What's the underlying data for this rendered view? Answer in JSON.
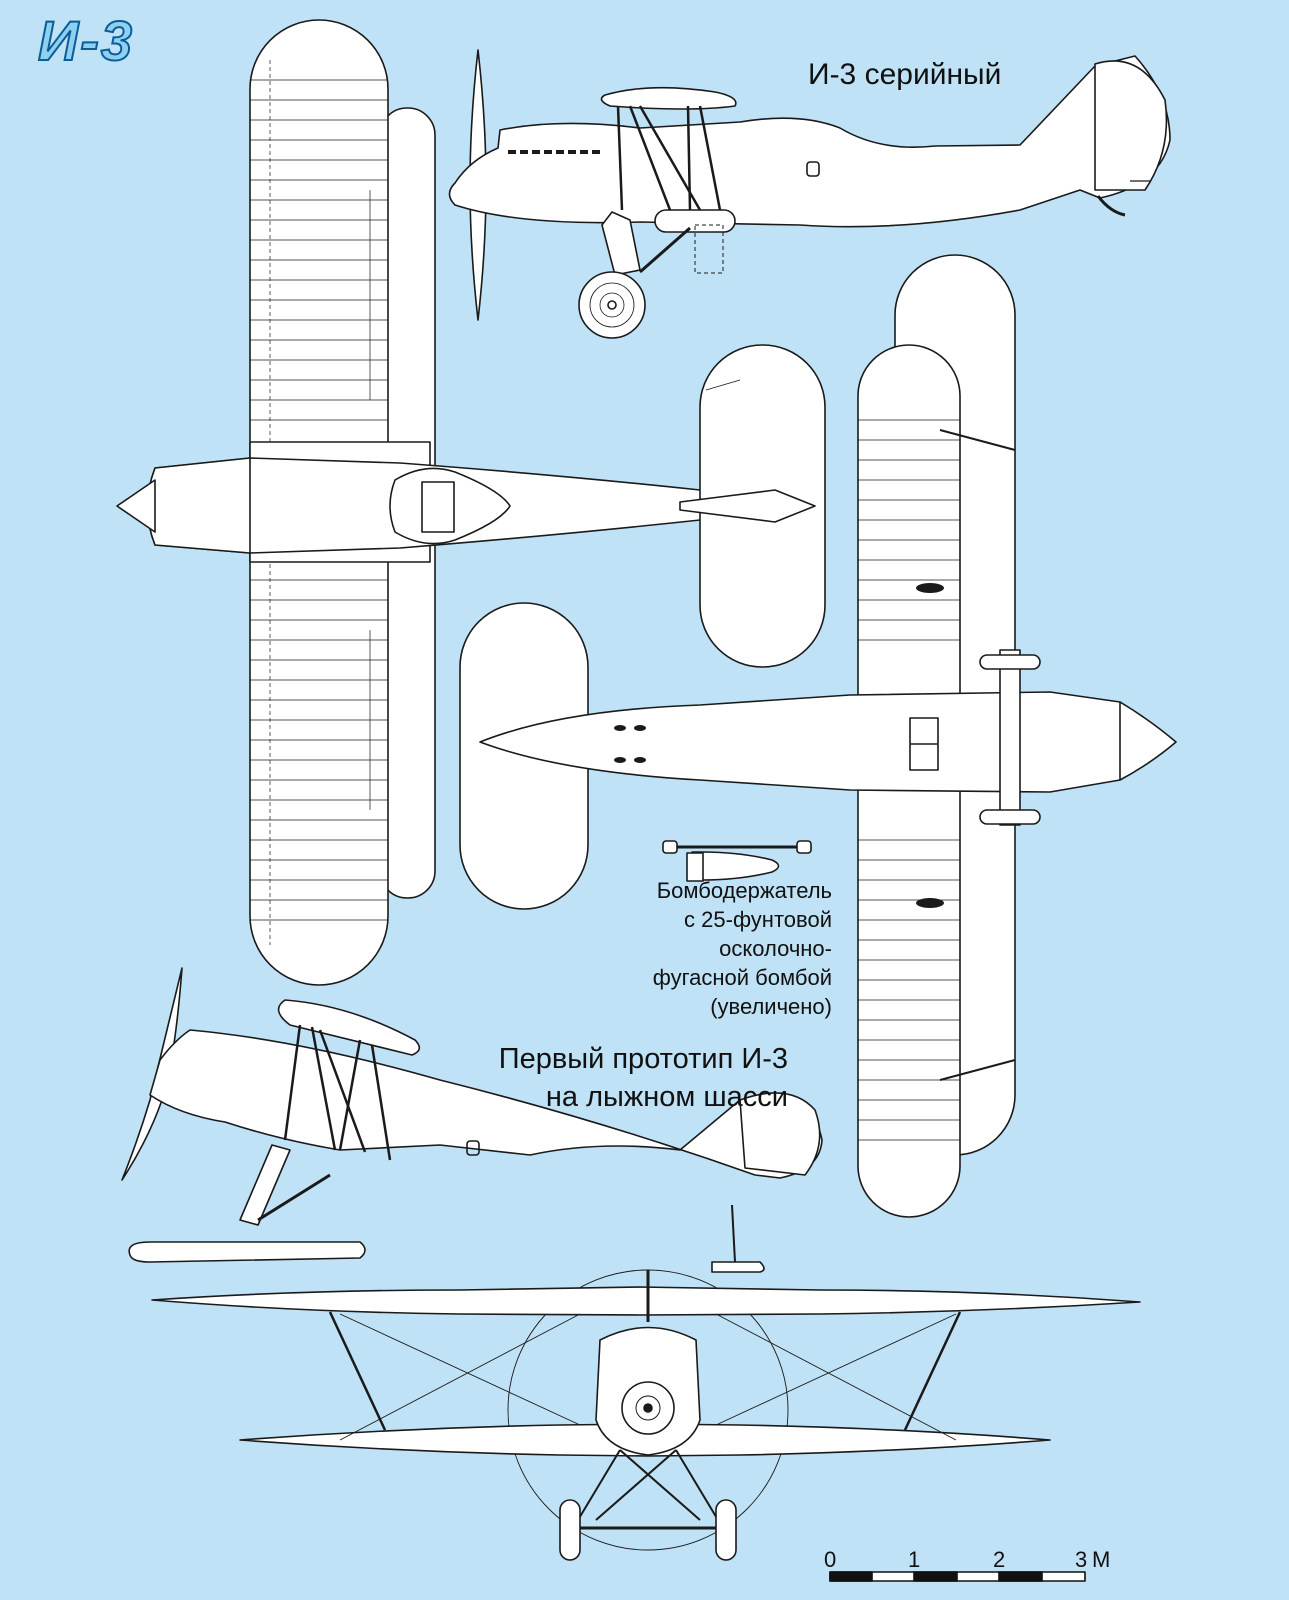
{
  "sheet": {
    "title": "И-3",
    "background": "#bfe2f6",
    "line_color": "#1a1a1a",
    "fill_color": "#ffffff"
  },
  "captions": {
    "serial": "И-3 серийный",
    "bomb_rack": [
      "Бомбодержатель",
      "с 25-фунтовой осколочно-",
      "фугасной бомбой",
      "(увеличено)"
    ],
    "prototype": [
      "Первый прототип И-3",
      "на лыжном шасси"
    ]
  },
  "scale_bar": {
    "ticks": [
      "0",
      "1",
      "2",
      "3"
    ],
    "unit": "М"
  },
  "views": [
    "side-view-serial",
    "top-view",
    "bottom-view",
    "bomb-rack-detail",
    "side-view-prototype-skis",
    "front-view"
  ]
}
